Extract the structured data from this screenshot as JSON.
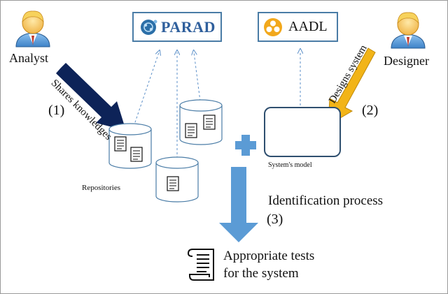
{
  "actors": {
    "analyst": {
      "label": "Analyst",
      "number": "(1)",
      "action": "Shares knowledges"
    },
    "designer": {
      "label": "Designer",
      "number": "(2)",
      "action": "Designs system"
    }
  },
  "tools": {
    "parad": {
      "label": "PARAD",
      "icon": "parad-logo-icon"
    },
    "aadl": {
      "label": "AADL",
      "icon": "aadl-logo-icon"
    }
  },
  "repositories": {
    "label": "Repositories"
  },
  "model": {
    "label": "System's model"
  },
  "process": {
    "label": "Identification process",
    "number": "(3)"
  },
  "result": {
    "line1": "Appropriate tests",
    "line2": "for the system"
  },
  "colors": {
    "analyst_arrow": "#0d2358",
    "designer_arrow": "#f2b418",
    "process_arrow": "#5b9bd5",
    "plus": "#5b9bd5",
    "box_border": "#4a7ca6",
    "dashed": "#5b8fc8"
  }
}
